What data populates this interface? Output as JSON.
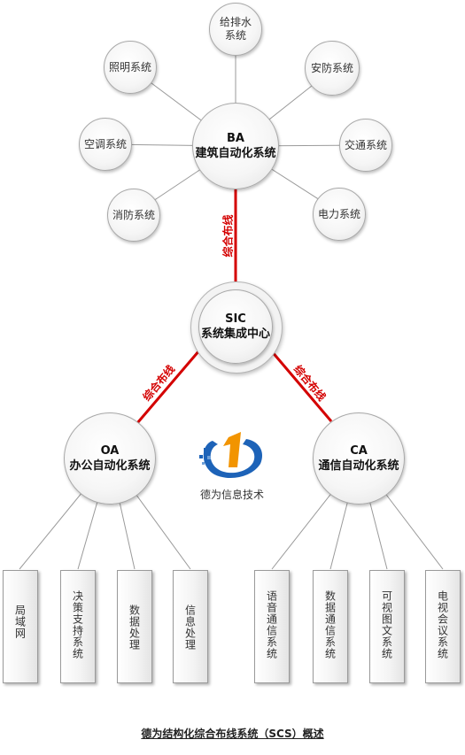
{
  "ba": {
    "line1": "BA",
    "line2": "建筑自动化系统"
  },
  "ba_subsystems": [
    {
      "line1": "给排水",
      "line2": "系统"
    },
    {
      "line1": "安防系统",
      "line2": ""
    },
    {
      "line1": "交通系统",
      "line2": ""
    },
    {
      "line1": "电力系统",
      "line2": ""
    },
    {
      "line1": "消防系统",
      "line2": ""
    },
    {
      "line1": "空调系统",
      "line2": ""
    },
    {
      "line1": "照明系统",
      "line2": ""
    }
  ],
  "sic": {
    "line1": "SIC",
    "line2": "系统集成中心"
  },
  "oa": {
    "line1": "OA",
    "line2": "办公自动化系统"
  },
  "ca": {
    "line1": "CA",
    "line2": "通信自动化系统"
  },
  "cable_label": "综合布线",
  "oa_boxes": [
    "局域网",
    "决策支持系统",
    "数据处理",
    "信息处理"
  ],
  "ca_boxes": [
    "语音通信系统",
    "数据通信系统",
    "可视图文系统",
    "电视会议系统"
  ],
  "logo": {
    "text": "德为信息技术",
    "colors": {
      "blue": "#1d63b8",
      "orange": "#f29400"
    }
  },
  "footer": "德为结构化综合布线系统（SCS）概述",
  "colors": {
    "cable": "#d40000",
    "line": "#9a9a9a"
  }
}
